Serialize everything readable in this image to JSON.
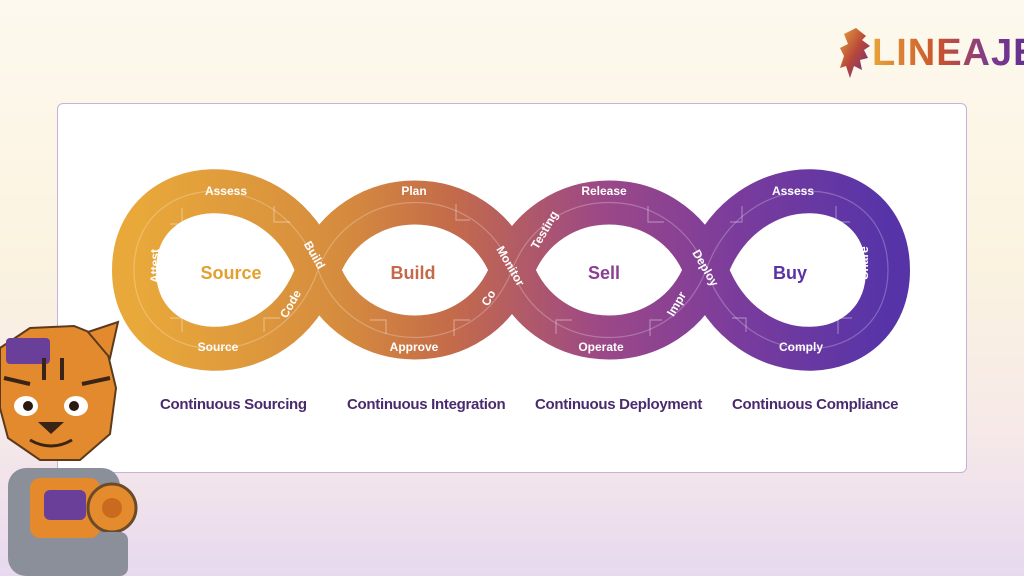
{
  "brand": {
    "name": "LINEAJE"
  },
  "colors": {
    "orange": "#e9a63a",
    "terracotta": "#cc6f4b",
    "magenta": "#9b4a8c",
    "purple": "#5a36a8",
    "caption": "#4a2a6e"
  },
  "loops": [
    {
      "center": "Source",
      "top": "Assess",
      "bottom": "Source",
      "side": "Attest",
      "color": "#e3a02f"
    },
    {
      "center": "Build",
      "top": "Plan",
      "bottom": "Approve",
      "color": "#c46a4a"
    },
    {
      "center": "Sell",
      "top": "Release",
      "bottom": "Operate",
      "color": "#8a3f92"
    },
    {
      "center": "Buy",
      "top": "Assess",
      "bottom": "Comply",
      "side": "Share",
      "color": "#5a33a6"
    }
  ],
  "crossings": {
    "c1_up": "Build",
    "c1_down": "Code",
    "c2_up": "Testing",
    "c2_down": "Monitor",
    "c2_frag": "Co",
    "c3_up": "Deploy",
    "c3_frag": "Impr"
  },
  "captions": [
    "Continuous Sourcing",
    "Continuous Integration",
    "Continuous Deployment",
    "Continuous Compliance"
  ]
}
